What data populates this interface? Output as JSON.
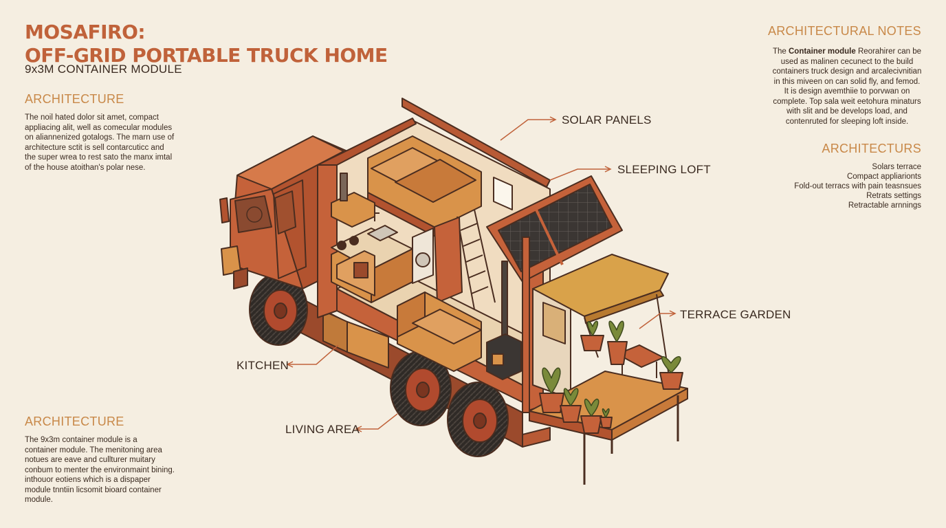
{
  "title": {
    "line1": "MOSAFIRO:",
    "line2": "OFF-GRID PORTABLE TRUCK HOME",
    "subtitle": "9x3M CONTAINER MODULE"
  },
  "left_top": {
    "heading": "ARCHITECTURE",
    "lines": [
      "The noil hated dolor sit amet, compact",
      "appliacing alit, well as comecular modules",
      "on aliannenized gotalogs. The marn use of",
      "architecture sctit is sell contarcuticc and",
      "the super wrea to rest sato the manx imtal",
      "of the house atoithan's polar nese."
    ]
  },
  "left_bottom": {
    "heading": "ARCHITECTURE",
    "lines": [
      "The 9x3m container module is a",
      "container module. The menitoning area",
      "notues are eave and cullturer muitary",
      "conbum to menter the environmaint bining.",
      "inthouor eotiens which is a dispaper",
      "module tnntiin licsomit bioard container",
      "module."
    ]
  },
  "right_notes": {
    "heading": "ARCHITECTURAL NOTES",
    "line0_pre": "The ",
    "line0_bold": "Container module",
    "line0_post": " Reorahirer can be",
    "lines": [
      "used as malinen cecunect to the build",
      "containers truck design and arcalecivnitian",
      "in this miveen on can solid fly, and femod.",
      "It is design avemthiie to porvwan on",
      "complete. Top sala weit eetohura minaturs",
      "with slit and be develops load, and",
      "contenruted for sleeping loft inside."
    ]
  },
  "right_features": {
    "heading": "ARCHITECTURS",
    "items": [
      "Solars terrace",
      "Compact appliarionts",
      "Fold-out terracs with pain teasnsues",
      "Retrats settings",
      "Retractable arnnings"
    ]
  },
  "callouts": {
    "solar": "SOLAR PANELS",
    "loft": "SLEEPING LOFT",
    "terrace": "TERRACE GARDEN",
    "kitchen": "KITCHEN",
    "living": "LIVING AREA"
  },
  "colors": {
    "accent": "#c0623a",
    "heading": "#c88848",
    "truck": "#c5623a",
    "outline": "#4a2d20",
    "background": "#f5eee1"
  }
}
